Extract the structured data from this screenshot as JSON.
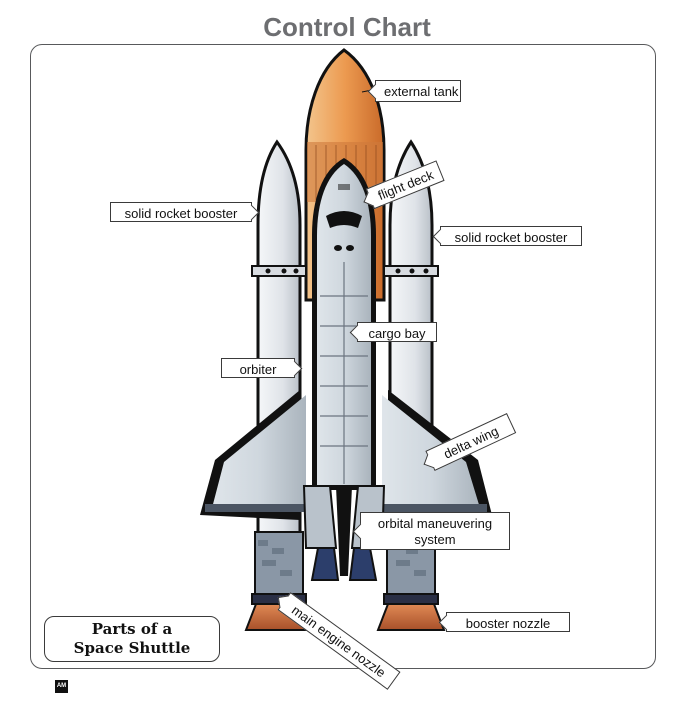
{
  "page_title": "Control Chart",
  "badge": {
    "line1": "Parts of a",
    "line2": "Space Shuttle"
  },
  "labels": {
    "external_tank": "external tank",
    "srb_left": "solid rocket booster",
    "srb_right": "solid rocket booster",
    "flight_deck": "flight deck",
    "cargo_bay": "cargo bay",
    "orbiter": "orbiter",
    "delta_wing": "delta wing",
    "oms_line1": "orbital maneuvering",
    "oms_line2": "system",
    "main_engine_nozzle": "main engine nozzle",
    "booster_nozzle": "booster nozzle"
  },
  "logo_text": "AM",
  "colors": {
    "tank_orange": "#e8873a",
    "booster_white": "#e6e9ee",
    "orbiter_gray": "#c9d1da",
    "nozzle_copper": "#c9663a",
    "outline": "#111111"
  }
}
